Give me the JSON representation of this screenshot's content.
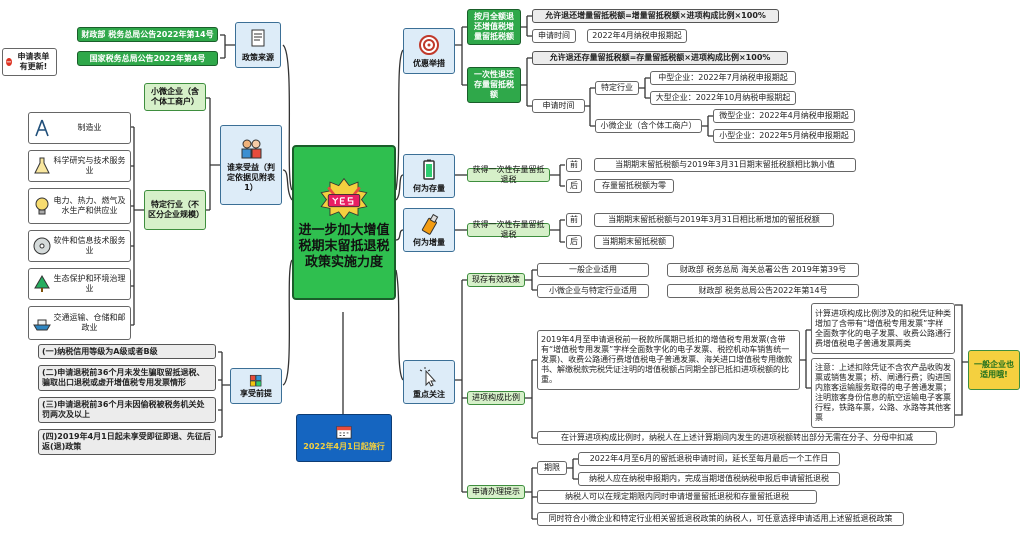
{
  "center": {
    "title": "进一步加大增值税期末留抵退税政策实施力度"
  },
  "effective": {
    "label": "2022年4月1日起施行"
  },
  "update": {
    "label": "申请表单有更新!"
  },
  "policy_source": {
    "label": "政策来源",
    "items": [
      "财政部 税务总局公告2022年第14号",
      "国家税务总局公告2022年第4号"
    ]
  },
  "beneficiary": {
    "label": "谁来受益（判定依据见附表1）",
    "small": "小微企业（含个体工商户）",
    "specific": "特定行业（不区分企业规模）",
    "industries": [
      {
        "icon": "compass-icon",
        "label": "制造业"
      },
      {
        "icon": "flask-icon",
        "label": "科学研究与技术服务业"
      },
      {
        "icon": "bulb-icon",
        "label": "电力、热力、燃气及水生产和供应业"
      },
      {
        "icon": "disc-icon",
        "label": "软件和信息技术服务业"
      },
      {
        "icon": "tree-icon",
        "label": "生态保护和环境治理业"
      },
      {
        "icon": "ship-icon",
        "label": "交通运输、仓储和邮政业"
      }
    ]
  },
  "prerequisite": {
    "label": "享受前提",
    "items": [
      "(一)纳税信用等级为A级或者B级",
      "(二)申请退税前36个月未发生骗取留抵退税、骗取出口退税或虚开增值税专用发票情形",
      "(三)申请退税前36个月未因偷税被税务机关处罚两次及以上",
      "(四)2019年4月1日起未享受即征即退、先征后返(退)政策"
    ]
  },
  "preferential": {
    "label": "优惠举措",
    "monthly": {
      "label": "按月全额退还增值税增量留抵税额",
      "formula": "允许退还增量留抵税额=增量留抵税额×进项构成比例×100%",
      "time_label": "申请时间",
      "time_value": "2022年4月纳税申报期起"
    },
    "once": {
      "label": "一次性退还存量留抵税额",
      "formula": "允许退还存量留抵税额=存量留抵税额×进项构成比例×100%",
      "time_label": "申请时间",
      "specific": "特定行业",
      "mid": "中型企业：2022年7月纳税申报期起",
      "large": "大型企业：2022年10月纳税申报期起",
      "small": "小微企业（含个体工商户）",
      "micro": "微型企业：2022年4月纳税申报期起",
      "smallent": "小型企业：2022年5月纳税申报期起"
    }
  },
  "stock": {
    "label": "何为存量",
    "item": "获得一次性存量留抵退税",
    "before_label": "前",
    "before": "当期期末留抵税额与2019年3月31日期末留抵税额相比孰小值",
    "after_label": "后",
    "after": "存量留抵税额为零"
  },
  "increment": {
    "label": "何为增量",
    "item": "获得一次性存量留抵退税",
    "before_label": "前",
    "before": "当期期末留抵税额与2019年3月31日相比新增加的留抵税额",
    "after_label": "后",
    "after": "当期期末留抵税额"
  },
  "focus": {
    "label": "重点关注",
    "valid_docs": {
      "label": "现存有效政策",
      "general": "一般企业适用",
      "general_doc": "财政部 税务总局 海关总署公告 2019年第39号",
      "special": "小微企业与特定行业适用",
      "special_doc": "财政部 税务总局公告2022年第14号"
    },
    "ratio": {
      "label": "进项构成比例",
      "desc": "2019年4月至申请退税前一税款所属期已抵扣的增值税专用发票(含带有“增值税专用发票”字样全面数字化的电子发票、税控机动车销售统一发票)、收费公路通行费增值税电子普通发票、海关进口增值税专用缴款书、解缴税款完税凭证注明的增值税额占同期全部已抵扣进项税额的比重。",
      "note1": "计算进项构成比例涉及的扣税凭证种类增加了含带有“增值税专用发票”字样全面数字化的电子发票、收费公路通行费增值税电子普通发票两类",
      "note2": "注意：上述扣除凭证不含农产品收购发票或销售发票；桥、闸通行费；购进国内旅客运输服务取得的电子普通发票；注明旅客身份信息的航空运输电子客票行程，铁路车票，公路、水路等其他客票",
      "general_tag": "一般企业也适用哦!",
      "calc": "在计算进项构成比例时，纳税人在上述计算期间内发生的进项税额转出部分无需在分子、分母中扣减"
    },
    "apply": {
      "label": "申请办理提示",
      "period_label": "期限",
      "period1": "2022年4月至6月的留抵退税申请时间，延长至每月最后一个工作日",
      "period2": "纳税人应在纳税申报期内，完成当期增值税纳税申报后申请留抵退税",
      "tip1": "纳税人可以在规定期限内同时申请增量留抵退税和存量留抵退税",
      "tip2": "同时符合小微企业和特定行业相关留抵退税政策的纳税人，可任意选择申请适用上述留抵退税政策"
    }
  }
}
